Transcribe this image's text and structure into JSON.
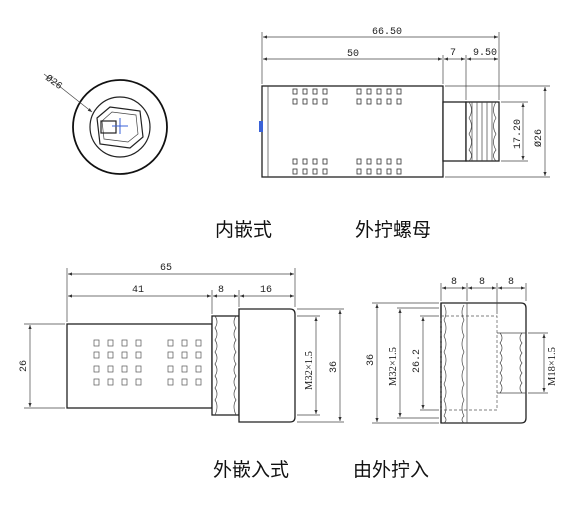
{
  "captions": {
    "inner_embedded": "内嵌式",
    "outer_screw_nut": "外拧螺母",
    "outer_embedded": "外嵌入式",
    "inner_screw": "由外拧入"
  },
  "top_left": {
    "diameter": "Ø26"
  },
  "top_right": {
    "overall": "66.50",
    "body": "50",
    "neck": "7",
    "thread": "9.50",
    "thread_dia": "17.20",
    "body_dia": "Ø26"
  },
  "bottom_left": {
    "overall": "65",
    "body": "41",
    "neck": "8",
    "nut": "16",
    "body_dia": "26",
    "thread": "M32×1.5",
    "nut_dia": "36"
  },
  "bottom_right": {
    "seg1": "8",
    "seg2": "8",
    "seg3": "8",
    "outer_dia": "36",
    "thread": "M32×1.5",
    "bore": "26.2",
    "inner_thread": "M18×1.5"
  }
}
